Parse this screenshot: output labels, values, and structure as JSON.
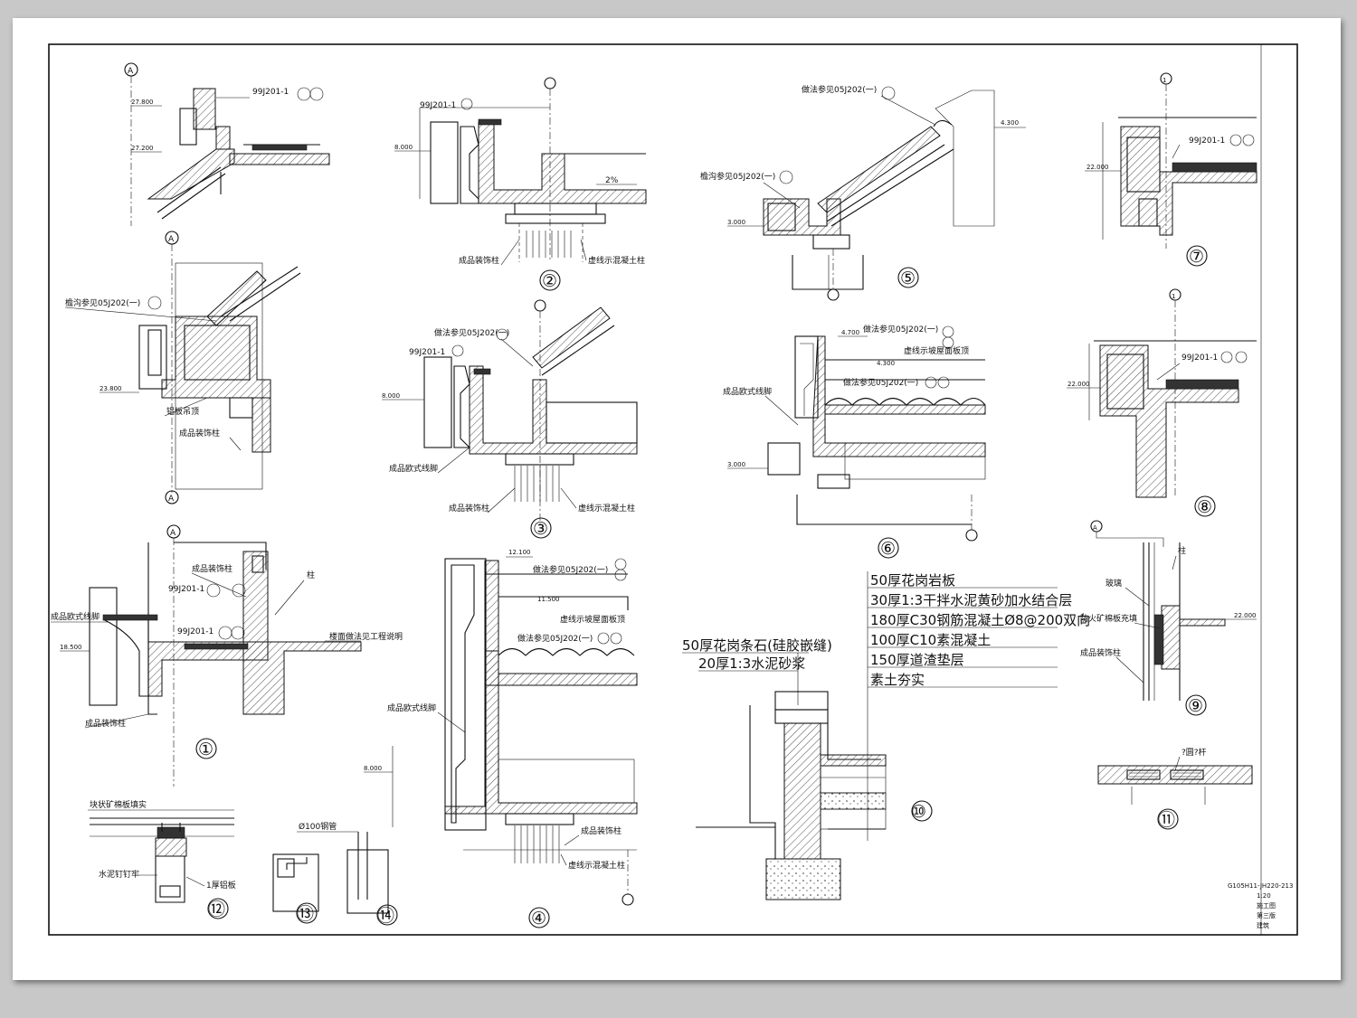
{
  "sheet": {
    "title_block": [
      "G105H11-JH220-213",
      "1:20",
      "施工图",
      "第三版",
      "建筑"
    ]
  },
  "details": [
    {
      "id": "d1",
      "number": "①",
      "labels": [
        "成品装饰柱",
        "99J201-1",
        "99J201-1",
        "成品欧式线脚",
        "柱",
        "楼面做法见工程说明",
        "成品装饰柱"
      ],
      "axis": "A",
      "elevations": [
        "18.500"
      ]
    },
    {
      "id": "d2",
      "number": "②",
      "labels": [
        "99J201-1",
        "2%",
        "成品装饰柱",
        "虚线示混凝土柱"
      ],
      "elevations": [
        "8.000"
      ]
    },
    {
      "id": "d3",
      "number": "③",
      "labels": [
        "做法参见05J202(一)",
        "99J201-1",
        "成品欧式线脚",
        "成品装饰柱",
        "虚线示混凝土柱"
      ],
      "elevations": [
        "8.000"
      ]
    },
    {
      "id": "d4",
      "number": "④",
      "labels": [
        "做法参见05J202(一)",
        "虚线示坡屋面板顶",
        "做法参见05J202(一)",
        "成品欧式线脚",
        "成品装饰柱",
        "虚线示混凝土柱"
      ],
      "elevations": [
        "12.100",
        "11.500",
        "8.000"
      ]
    },
    {
      "id": "d5",
      "number": "⑤",
      "labels": [
        "做法参见05J202(一)",
        "檐沟参见05J202(一)"
      ],
      "elevations": [
        "4.300",
        "3.000"
      ]
    },
    {
      "id": "d6",
      "number": "⑥",
      "labels": [
        "做法参见05J202(一)",
        "虚线示坡屋面板顶",
        "做法参见05J202(一)",
        "成品欧式线脚"
      ],
      "elevations": [
        "4.700",
        "4.300",
        "3.000"
      ]
    },
    {
      "id": "d7",
      "number": "⑦",
      "labels": [
        "99J201-1"
      ],
      "axis": "1",
      "elevations": [
        "22.000"
      ]
    },
    {
      "id": "d8",
      "number": "⑧",
      "labels": [
        "99J201-1"
      ],
      "axis": "1",
      "elevations": [
        "22.000"
      ]
    },
    {
      "id": "d9",
      "number": "⑨",
      "labels": [
        "柱",
        "玻璃",
        "防火矿棉板充填",
        "成品装饰柱"
      ],
      "axis": "A",
      "elevations": [
        "22.000"
      ]
    },
    {
      "id": "d10",
      "number": "⑩",
      "labels": [
        "50厚花岗岩板",
        "30厚1:3干拌水泥黄砂加水结合层",
        "180厚C30钢筋混凝土Ø8@200双向",
        "100厚C10素混凝土",
        "150厚道渣垫层",
        "素土夯实",
        "50厚花岗条石(硅胶嵌缝)",
        "20厚1:3水泥砂浆"
      ]
    },
    {
      "id": "d11",
      "number": "⑪",
      "labels": [
        "?圆?杆"
      ]
    },
    {
      "id": "d12",
      "number": "⑫",
      "labels": [
        "块状矿棉板填实",
        "水泥钉钉牢",
        "1厚铝板"
      ]
    },
    {
      "id": "d13",
      "number": "⑬",
      "labels": []
    },
    {
      "id": "d14",
      "number": "⑭",
      "labels": [
        "Ø100钢管"
      ]
    },
    {
      "id": "d0",
      "number": "",
      "labels": [
        "99J201-1",
        "檐沟参见05J202(一)",
        "铝板吊顶",
        "成品装饰柱"
      ],
      "axis": "A",
      "elevations": [
        "27.800",
        "27.200",
        "23.800"
      ]
    }
  ]
}
